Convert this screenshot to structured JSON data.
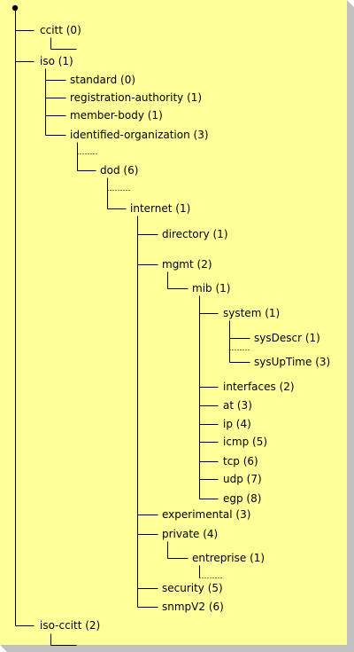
{
  "colors": {
    "panel": "#ffff99",
    "shadow": "#c0c0c0",
    "line": "#000000"
  },
  "tree": [
    {
      "text": "ccitt (0)"
    },
    {
      "text": "iso (1)"
    },
    {
      "text": "standard (0)"
    },
    {
      "text": "registration-authority (1)"
    },
    {
      "text": "member-body (1)"
    },
    {
      "text": "identified-organization (3)"
    },
    {
      "text": "dod (6)"
    },
    {
      "text": "internet (1)"
    },
    {
      "text": "directory (1)"
    },
    {
      "text": "mgmt (2)"
    },
    {
      "text": "mib (1)"
    },
    {
      "text": "system (1)"
    },
    {
      "text": "sysDescr (1)"
    },
    {
      "text": "sysUpTime (3)"
    },
    {
      "text": "interfaces (2)"
    },
    {
      "text": "at (3)"
    },
    {
      "text": "ip (4)"
    },
    {
      "text": "icmp (5)"
    },
    {
      "text": "tcp (6)"
    },
    {
      "text": "udp (7)"
    },
    {
      "text": "egp (8)"
    },
    {
      "text": "experimental (3)"
    },
    {
      "text": "private (4)"
    },
    {
      "text": "entreprise (1)"
    },
    {
      "text": "security (5)"
    },
    {
      "text": "snmpV2 (6)"
    },
    {
      "text": "iso-ccitt (2)"
    }
  ]
}
